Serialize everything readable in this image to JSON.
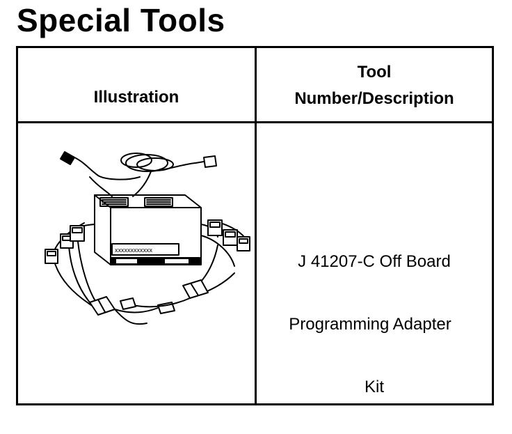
{
  "page": {
    "title": "Special Tools"
  },
  "table": {
    "headers": {
      "illustration": "Illustration",
      "tool_line1": "Tool",
      "tool_line2": "Number/Description"
    },
    "rows": [
      {
        "description_lines": [
          "J 41207-C Off Board",
          "Programming Adapter",
          "Kit"
        ],
        "illustration_label": "xxxxxxxxxxxx",
        "illustration_icon": "off-board-programming-adapter-kit-icon"
      }
    ]
  },
  "colors": {
    "ink": "#000000",
    "paper": "#ffffff"
  }
}
